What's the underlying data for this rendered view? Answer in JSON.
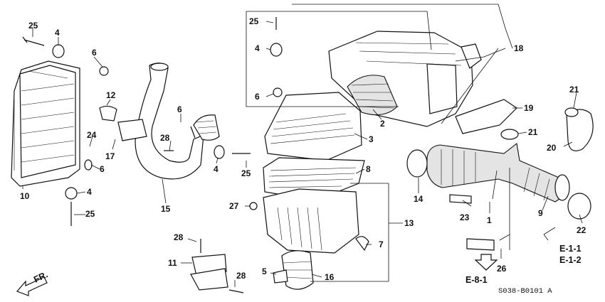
{
  "callouts": {
    "c25a": "25",
    "c4a": "4",
    "c6a": "6",
    "c12": "12",
    "c24": "24",
    "c17": "17",
    "c6b": "6",
    "c28a": "28",
    "c6c": "6",
    "c10": "10",
    "c4b": "4",
    "c25b": "25",
    "c15": "15",
    "c4c": "4",
    "c25c": "25",
    "c25d": "25",
    "c4d": "4",
    "c6d": "6",
    "c2": "2",
    "c3": "3",
    "c8": "8",
    "c18": "18",
    "c19": "19",
    "c21a": "21",
    "c21b": "21",
    "c20": "20",
    "c14": "14",
    "c27": "27",
    "c13": "13",
    "c7": "7",
    "c23": "23",
    "c1": "1",
    "c9": "9",
    "c22": "22",
    "c26": "26",
    "c28b": "28",
    "c11": "11",
    "c5": "5",
    "c16": "16",
    "c28c": "28"
  },
  "references": {
    "ref1": "E-1-1",
    "ref2": "E-1-2",
    "ref3": "E-8-1",
    "front": "FR."
  },
  "diagram_code": "S038-B0101 A"
}
